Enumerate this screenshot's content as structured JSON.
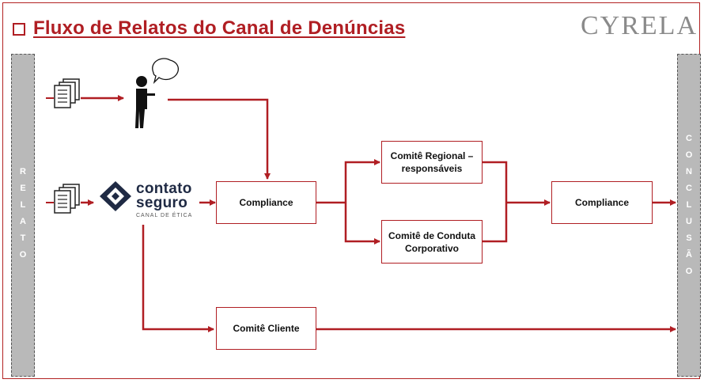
{
  "header": {
    "title": "Fluxo de Relatos do Canal de Denúncias",
    "brand": "CYRELA"
  },
  "left_bar": {
    "letters": [
      "R",
      "E",
      "L",
      "A",
      "T",
      "O"
    ]
  },
  "right_bar": {
    "letters": [
      "C",
      "O",
      "N",
      "C",
      "L",
      "U",
      "S",
      "Ã",
      "O"
    ]
  },
  "logo": {
    "line1": "contato",
    "line2": "seguro",
    "line3": "CANAL DE ÉTICA"
  },
  "nodes": {
    "compliance_1": "Compliance",
    "comite_regional": "Comitê Regional – responsáveis",
    "comite_conduta": "Comitê de Conduta Corporativo",
    "compliance_2": "Compliance",
    "comite_cliente": "Comitê Cliente"
  },
  "colors": {
    "accent": "#b01e23",
    "bar": "#b9b9b9",
    "logo": "#1f2a44"
  },
  "icons": [
    "document-stack-icon",
    "person-speaking-icon",
    "contato-seguro-logo-icon"
  ]
}
